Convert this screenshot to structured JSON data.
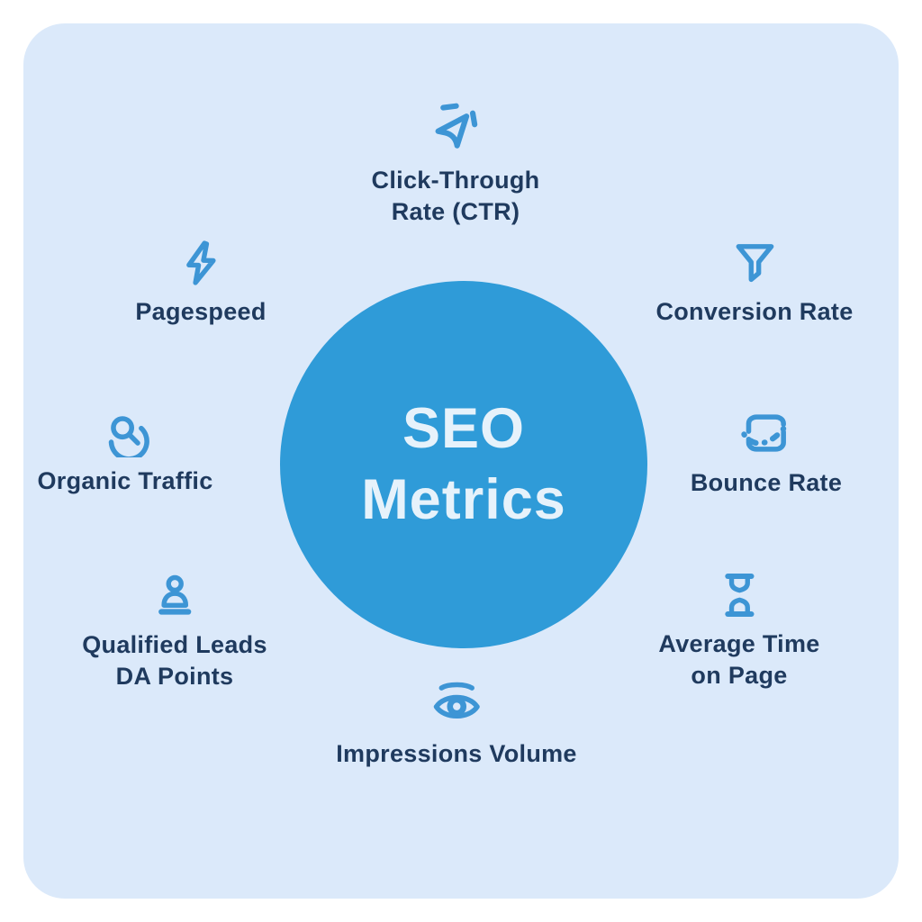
{
  "page": {
    "background_color": "#ffffff",
    "panel_color": "#dbe9fa"
  },
  "colors": {
    "center_circle": "#2f9bd8",
    "center_text": "#e6f2fb",
    "icon_blue": "#3d95d5",
    "label_navy": "#1f3a5e"
  },
  "center": {
    "title_line1": "SEO",
    "title_line2": "Metrics"
  },
  "metrics": {
    "ctr": {
      "icon": "cursor-send-icon",
      "line1": "Click-Through",
      "line2": "Rate (CTR)"
    },
    "pagespeed": {
      "icon": "lightning-bolt-icon",
      "line1": "Pagespeed"
    },
    "conversion": {
      "icon": "funnel-icon",
      "line1": "Conversion Rate"
    },
    "organic": {
      "icon": "search-magnifier-icon",
      "line1": "Organic Traffic"
    },
    "bounce": {
      "icon": "bounce-chart-icon",
      "line1": "Bounce Rate"
    },
    "leads": {
      "icon": "person-icon",
      "line1": "Qualified Leads",
      "line2": "DA Points"
    },
    "avg_time": {
      "icon": "hourglass-icon",
      "line1": "Average Time",
      "line2": "on Page"
    },
    "impressions": {
      "icon": "eye-icon",
      "line1": "Impressions Volume"
    }
  }
}
